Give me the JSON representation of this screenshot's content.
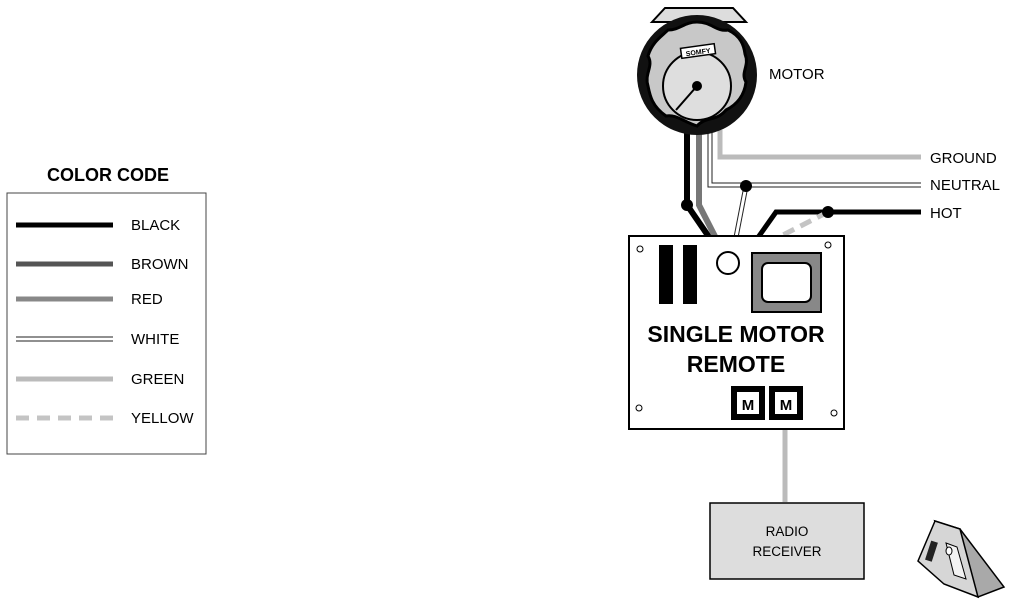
{
  "legend": {
    "title": "COLOR CODE",
    "items": [
      {
        "label": "BLACK",
        "color": "#000000",
        "style": "solid"
      },
      {
        "label": "BROWN",
        "color": "#555555",
        "style": "solid"
      },
      {
        "label": "RED",
        "color": "#888888",
        "style": "solid"
      },
      {
        "label": "WHITE",
        "color": "#ffffff",
        "style": "outlined"
      },
      {
        "label": "GREEN",
        "color": "#bbbbbb",
        "style": "solid"
      },
      {
        "label": "YELLOW",
        "color": "#c4c4c4",
        "style": "dashed"
      }
    ]
  },
  "motor": {
    "label": "MOTOR",
    "brand": "SOMFY"
  },
  "wires": {
    "ground": "GROUND",
    "neutral": "NEUTRAL",
    "hot": "HOT"
  },
  "board": {
    "line1": "SINGLE MOTOR",
    "line2": "REMOTE",
    "port1": "M",
    "port2": "M"
  },
  "receiver": {
    "line1": "RADIO",
    "line2": "RECEIVER"
  }
}
